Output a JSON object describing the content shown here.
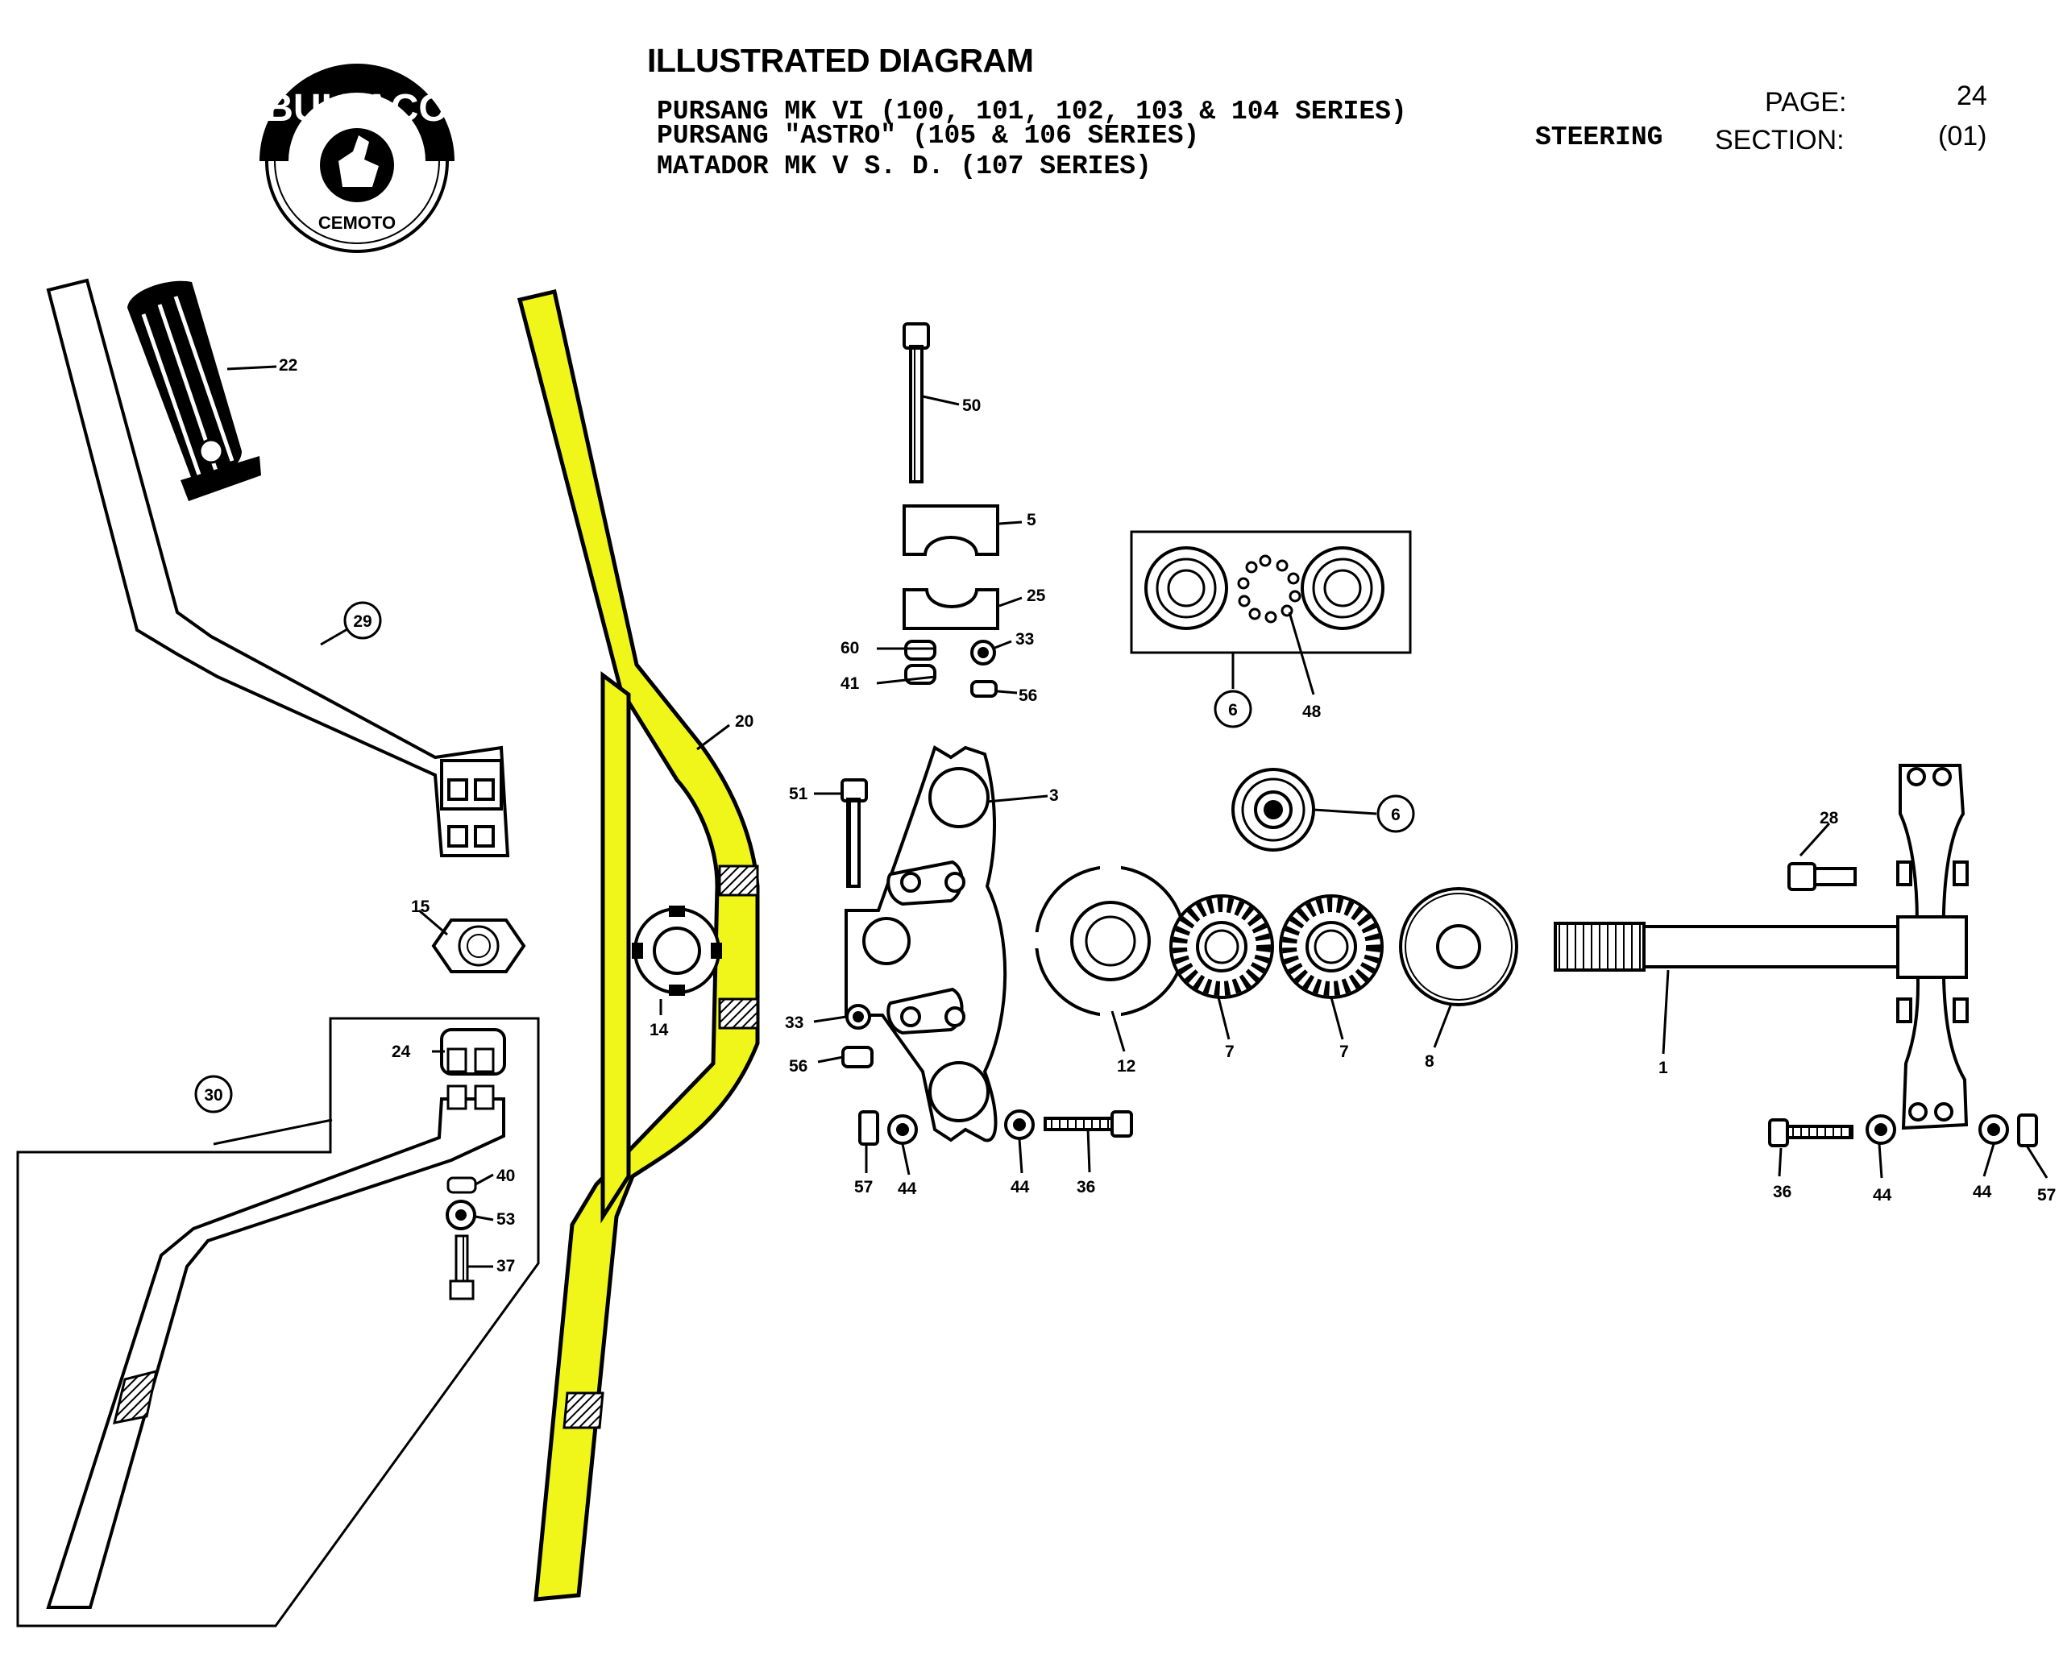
{
  "header": {
    "title": "ILLUSTRATED DIAGRAM",
    "models": [
      "PURSANG MK VI (100, 101, 102, 103 & 104 SERIES)",
      "PURSANG \"ASTRO\" (105 & 106 SERIES)",
      "MATADOR MK V S. D. (107 SERIES)"
    ],
    "section_name": "STEERING",
    "page_label": "PAGE:",
    "page_value": "24",
    "section_label": "SECTION:",
    "section_value": "(01)"
  },
  "logo": {
    "top_text": "BULTACO",
    "bottom_text": "CEMOTO"
  },
  "colors": {
    "highlight": "#f0f51a",
    "ink": "#000000",
    "paper": "#ffffff"
  },
  "parts": {
    "p1": "1",
    "p3": "3",
    "p5": "5",
    "p6a": "6",
    "p6b": "6",
    "p7a": "7",
    "p7b": "7",
    "p8": "8",
    "p12": "12",
    "p14": "14",
    "p15": "15",
    "p20": "20",
    "p22": "22",
    "p24": "24",
    "p25": "25",
    "p28": "28",
    "p29": "29",
    "p30": "30",
    "p33a": "33",
    "p33b": "33",
    "p36a": "36",
    "p36b": "36",
    "p37": "37",
    "p40": "40",
    "p41": "41",
    "p44a": "44",
    "p44b": "44",
    "p44c": "44",
    "p44d": "44",
    "p48": "48",
    "p50": "50",
    "p51": "51",
    "p53": "53",
    "p56a": "56",
    "p56b": "56",
    "p57a": "57",
    "p57b": "57",
    "p60": "60"
  }
}
